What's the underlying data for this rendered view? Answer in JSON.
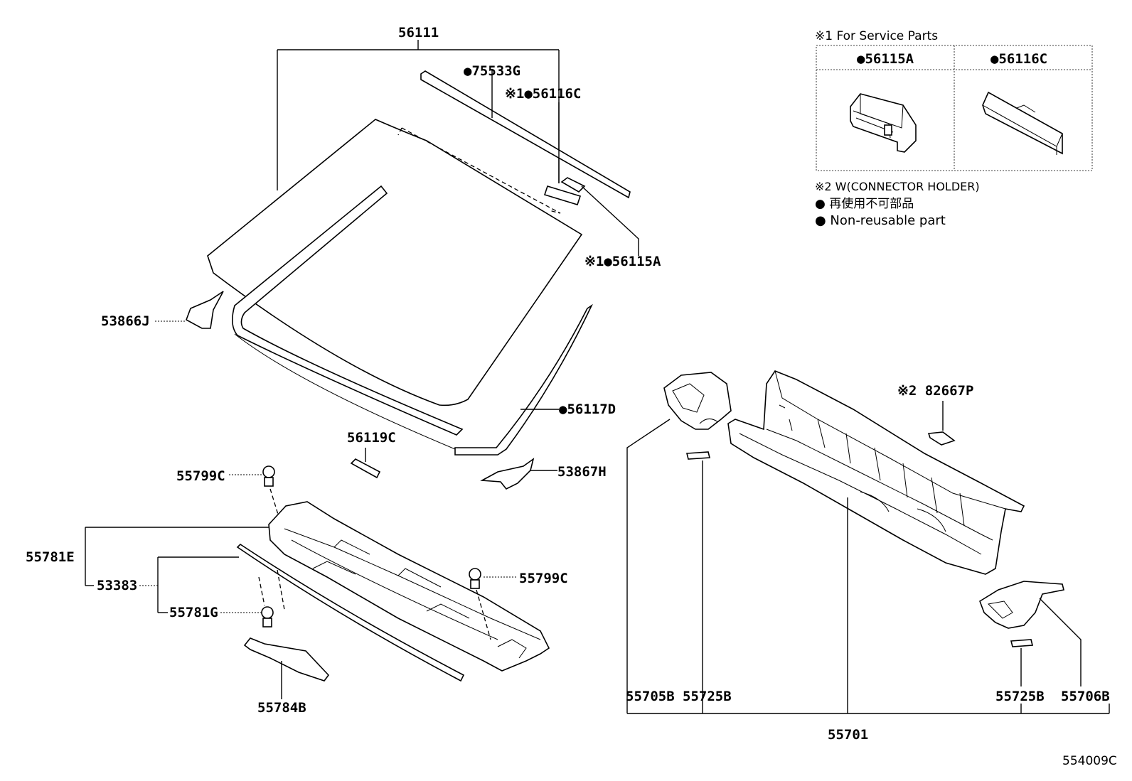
{
  "labels": {
    "p56111": "56111",
    "p75533G": "●75533G",
    "p56116C": "※1●56116C",
    "p56115A": "※1●56115A",
    "p53866J": "53866J",
    "p56117D": "●56117D",
    "p56119C": "56119C",
    "p53867H": "53867H",
    "p55799C_a": "55799C",
    "p55781E": "55781E",
    "p53383": "53383",
    "p55781G": "55781G",
    "p55799C_b": "55799C",
    "p55784B": "55784B",
    "p82667P": "※2 82667P",
    "p55705B": "55705B",
    "p55725B_a": "55725B",
    "p55725B_b": "55725B",
    "p55706B": "55706B",
    "p55701": "55701",
    "diagram_code": "554009C"
  },
  "service_table": {
    "title": "※1 For Service Parts",
    "col1": "●56115A",
    "col2": "●56116C"
  },
  "notes": {
    "note2": "※2 W(CONNECTOR HOLDER)",
    "jp": "● 再使用不可部品",
    "en": "● Non-reusable part"
  }
}
